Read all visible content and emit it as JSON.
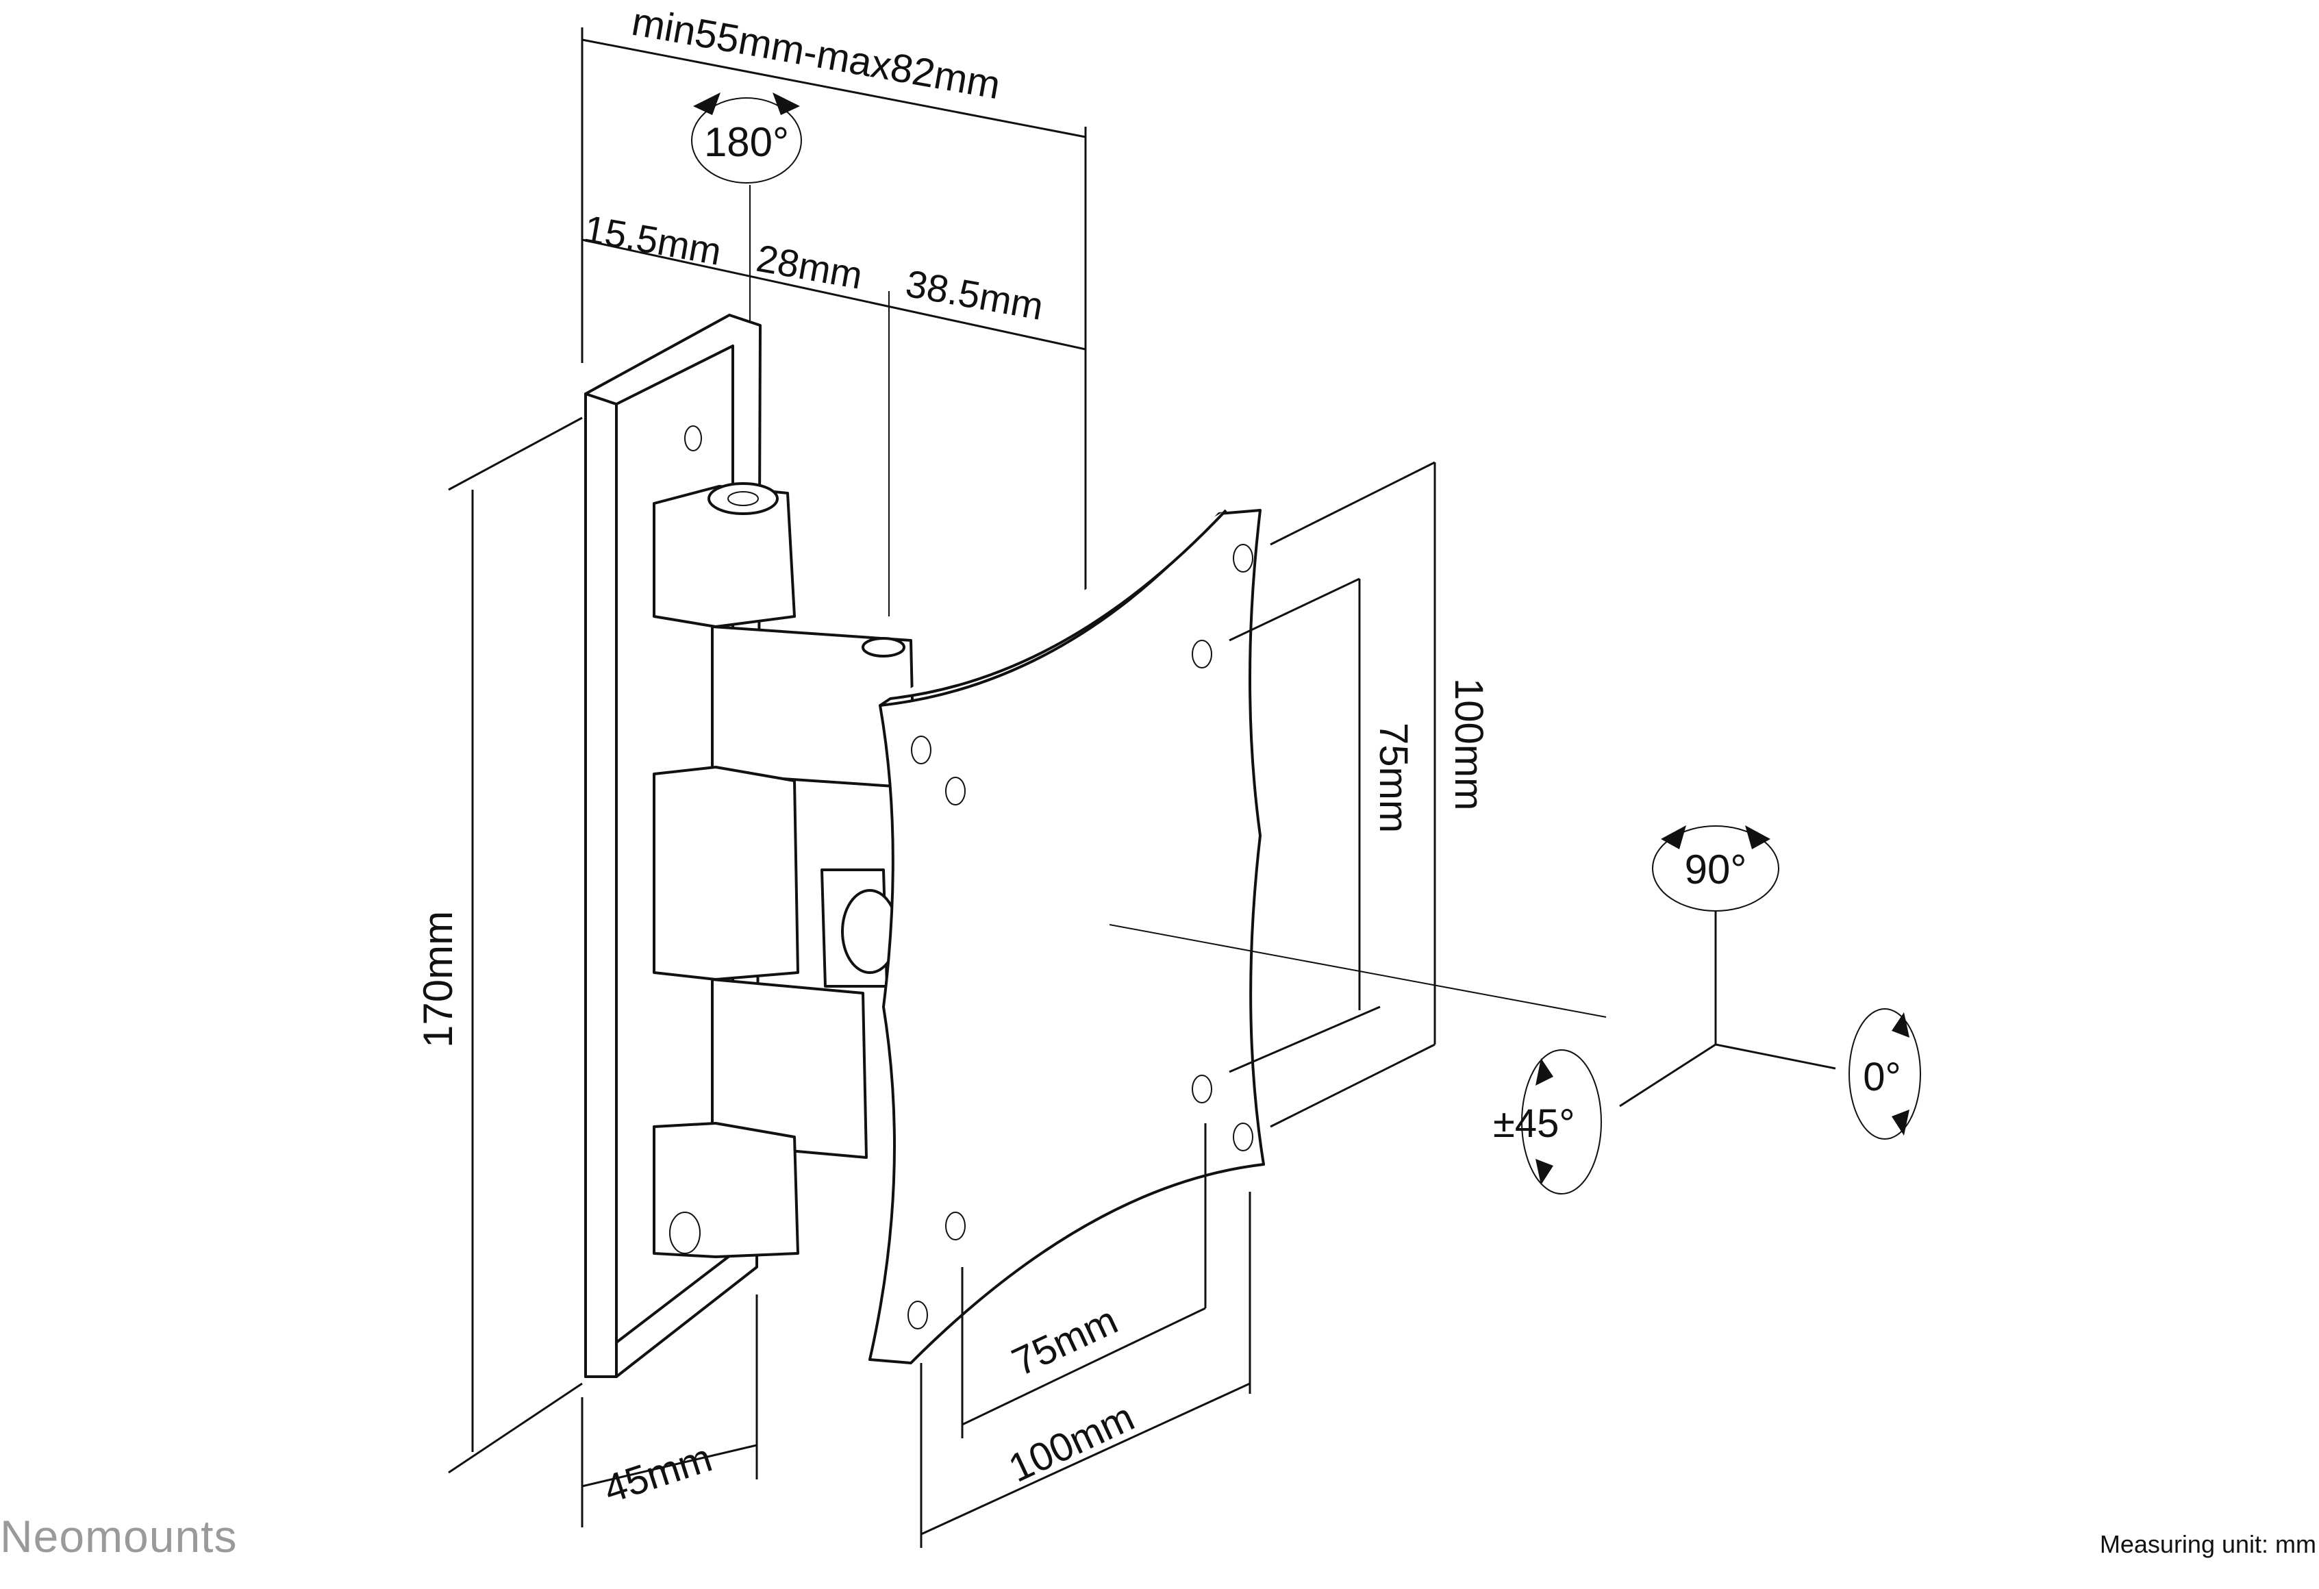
{
  "brand": "Neomounts",
  "measuring_unit": "Measuring unit: mm",
  "dimensions": {
    "arm_length": "min55mm-max82mm",
    "segment_1": "15.5mm",
    "segment_2": "28mm",
    "segment_3": "38.5mm",
    "wall_plate_height": "170mm",
    "wall_plate_width": "45mm",
    "vesa_small_horizontal": "75mm",
    "vesa_large_horizontal": "100mm",
    "vesa_small_vertical": "75mm",
    "vesa_large_vertical": "100mm"
  },
  "rotations": {
    "swivel_top": "180°",
    "rotate": "90°",
    "roll": "0°",
    "tilt": "±45°"
  },
  "colors": {
    "ink": "#111111",
    "brand": "#9a9a9a",
    "background": "#ffffff"
  }
}
